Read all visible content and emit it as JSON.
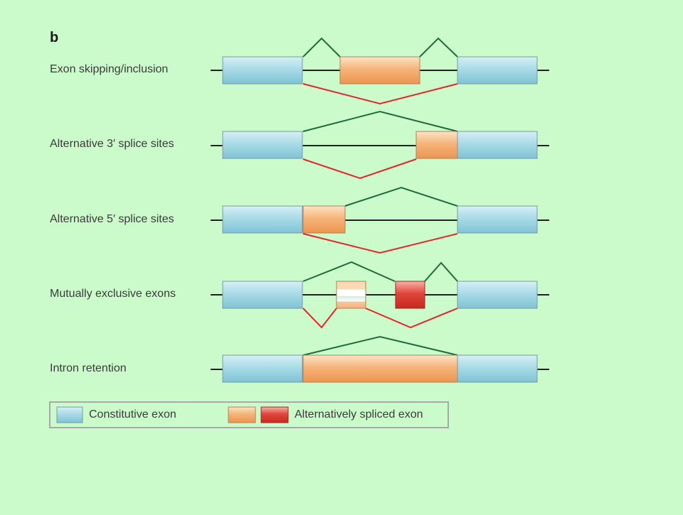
{
  "panel_letter": "b",
  "rows": [
    {
      "label": "Exon skipping/inclusion"
    },
    {
      "label": "Alternative 3′ splice sites"
    },
    {
      "label": "Alternative 5′ splice sites"
    },
    {
      "label": "Mutually exclusive exons"
    },
    {
      "label": "Intron retention"
    }
  ],
  "legend": {
    "constitutive_label": "Constitutive exon",
    "alternative_label": "Alternatively spliced exon"
  },
  "colors": {
    "background": "#ccfbcb",
    "constitutive_exon": "#a9dbe7",
    "alternative_exon_orange": "#f6b47a",
    "alternative_exon_red": "#e2453a",
    "inclusion_path": "#1c6b3c",
    "skipping_path": "#e8232a",
    "intron_line": "#222222"
  }
}
